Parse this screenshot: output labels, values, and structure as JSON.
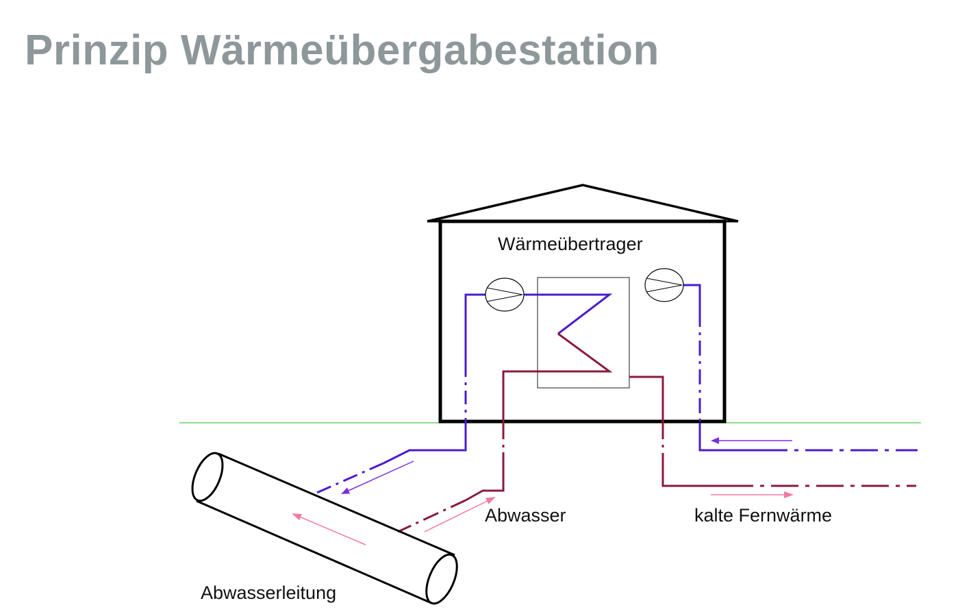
{
  "title": "Prinzip Wärmeübergabestation",
  "labels": {
    "heat_exchanger": "Wärmeübertrager",
    "waste_water": "Abwasser",
    "cold_district_heating": "kalte Fernwärme",
    "sewer_pipe": "Abwasserleitung"
  },
  "colors": {
    "title": "#8e989a",
    "cold_line": "#4a1ccf",
    "warm_line": "#8b1a3c",
    "flow_arrow_cold": "#7a2ee0",
    "flow_arrow_warm": "#f07aa0",
    "ground_line": "#6fd06f",
    "outline": "#000000"
  },
  "icons": [
    "pump-icon",
    "pump-icon",
    "heat-exchanger-icon",
    "sewer-pipe-icon",
    "house-icon"
  ]
}
